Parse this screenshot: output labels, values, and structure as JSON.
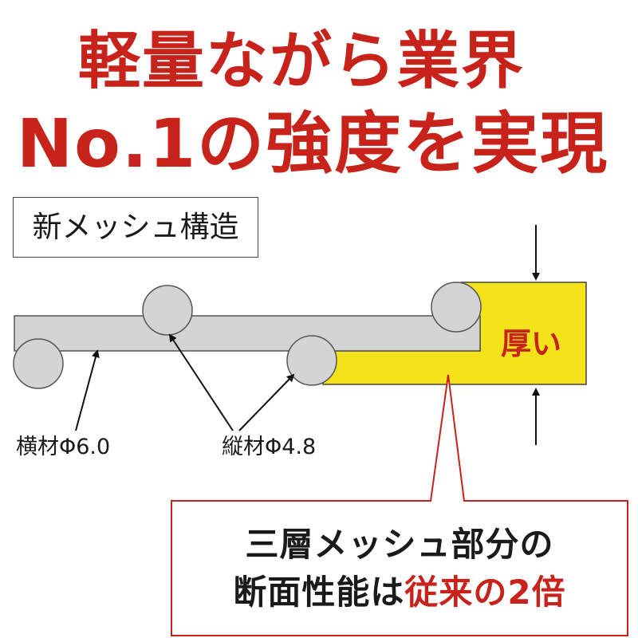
{
  "headline": {
    "line1": "軽量ながら業界",
    "line2": "No.1の強度を実現"
  },
  "structure_label": "新メッシュ構造",
  "labels": {
    "horizontal_wire": "横材Φ6.0",
    "vertical_wire": "縦材Φ4.8",
    "thick": "厚い"
  },
  "callout": {
    "line1": "三層メッシュ部分の",
    "line2_prefix": "断面性能は",
    "line2_accent": "従来の2倍"
  },
  "colors": {
    "headline_red": "#c8231b",
    "highlight_yellow": "#f4e21a",
    "bar_gray": "#d4d4d4",
    "callout_border": "#c8231b"
  }
}
